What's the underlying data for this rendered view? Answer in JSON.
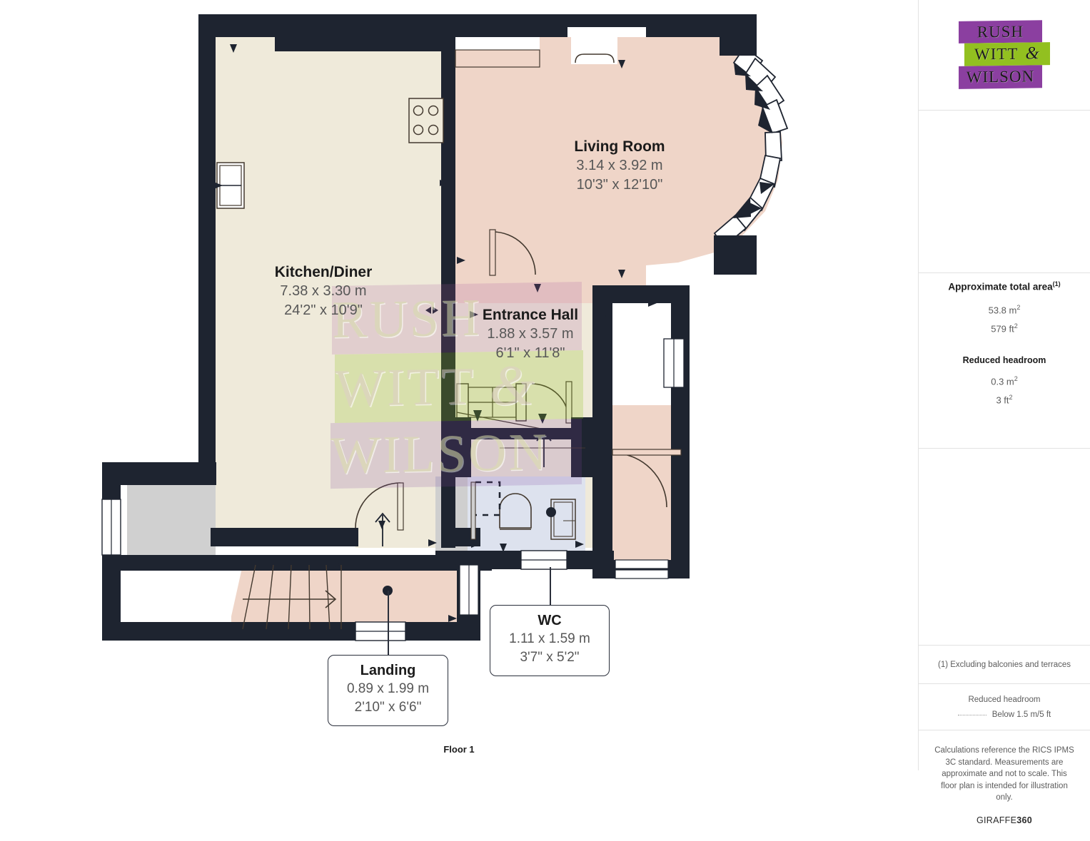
{
  "brand": {
    "logo_line1": "RUSH",
    "logo_line2": "WITT",
    "logo_amp": "&",
    "logo_line3": "WILSON",
    "purple": "#8b3fa0",
    "green": "#92c020"
  },
  "watermark": {
    "line1": "RUSH",
    "line2": "WITT",
    "amp": "&",
    "line3": "WILSON"
  },
  "plan": {
    "floor_label": "Floor 1",
    "wall_color": "#1e2430",
    "rooms": [
      {
        "key": "kitchen_diner",
        "name": "Kitchen/Diner",
        "dim_metric": "7.38 x 3.30 m",
        "dim_imperial": "24'2\" x 10'9\"",
        "fill": "#EFEADA"
      },
      {
        "key": "living_room",
        "name": "Living Room",
        "dim_metric": "3.14 x 3.92 m",
        "dim_imperial": "10'3\" x 12'10\"",
        "fill": "#EFD5C8"
      },
      {
        "key": "entrance_hall",
        "name": "Entrance Hall",
        "dim_metric": "1.88 x 3.57 m",
        "dim_imperial": "6'1\" x 11'8\"",
        "fill": "#EFEADA"
      },
      {
        "key": "wc",
        "name": "WC",
        "dim_metric": "1.11 x 1.59 m",
        "dim_imperial": "3'7\" x 5'2\"",
        "fill": "#DDE2EE"
      },
      {
        "key": "landing",
        "name": "Landing",
        "dim_metric": "0.89 x 1.99 m",
        "dim_imperial": "2'10\" x 6'6\"",
        "fill": "#EFD5C8"
      }
    ]
  },
  "sidebar": {
    "area": {
      "title": "Approximate total area",
      "title_note": "(1)",
      "metric": "53.8 m",
      "metric_sup": "2",
      "imperial": "579 ft",
      "imperial_sup": "2",
      "reduced_title": "Reduced headroom",
      "reduced_metric": "0.3 m",
      "reduced_metric_sup": "2",
      "reduced_imperial": "3 ft",
      "reduced_imperial_sup": "2"
    },
    "footnote": "(1) Excluding balconies and terraces",
    "legend": {
      "title": "Reduced headroom",
      "item": "Below 1.5 m/5 ft"
    },
    "disclaimer": "Calculations reference the RICS IPMS 3C standard. Measurements are approximate and not to scale. This floor plan is intended for illustration only.",
    "provider_prefix": "GIRAFFE",
    "provider_suffix": "360"
  }
}
